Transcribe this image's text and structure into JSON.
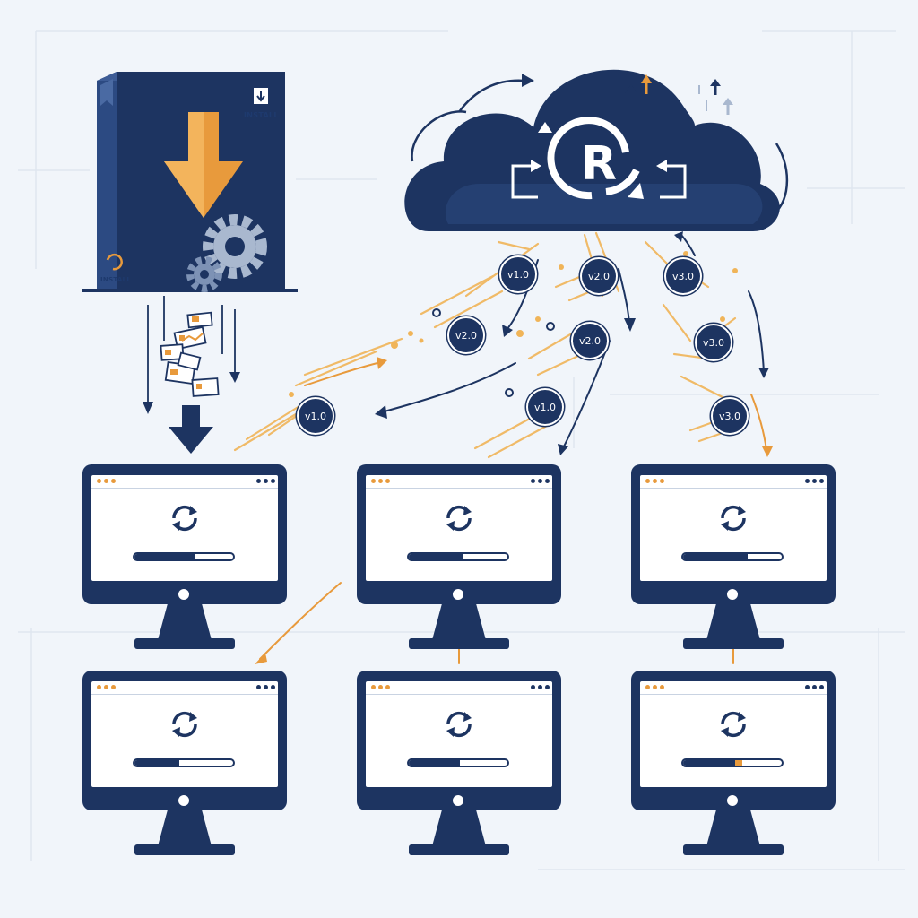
{
  "install_box": {
    "front_label": "INSTALL",
    "bottom_label": "INSTALL",
    "icons": [
      "download-arrow-icon",
      "gear-icon",
      "refresh-icon"
    ]
  },
  "cloud": {
    "logo_letter": "R",
    "icons": [
      "refresh-arrow-icon",
      "upload-arrow-icon"
    ]
  },
  "versions": [
    {
      "label": "v1.0"
    },
    {
      "label": "v2.0"
    },
    {
      "label": "v3.0"
    },
    {
      "label": "v2.0"
    },
    {
      "label": "v2.0"
    },
    {
      "label": "v3.0"
    },
    {
      "label": "v1.0"
    },
    {
      "label": "v1.0"
    },
    {
      "label": "v3.0"
    }
  ],
  "monitors": [
    {
      "progress": 0.62,
      "accent": "#1d3461"
    },
    {
      "progress": 0.55,
      "accent": "#1d3461"
    },
    {
      "progress": 0.65,
      "accent": "#1d3461"
    },
    {
      "progress": 0.45,
      "accent": "#1d3461"
    },
    {
      "progress": 0.52,
      "accent": "#1d3461"
    },
    {
      "progress": 0.6,
      "accent": "#e89a3c"
    }
  ],
  "colors": {
    "navy": "#1d3461",
    "orange": "#e89a3c",
    "background": "#f1f5fa",
    "cloud_light": "#2c4a82"
  }
}
